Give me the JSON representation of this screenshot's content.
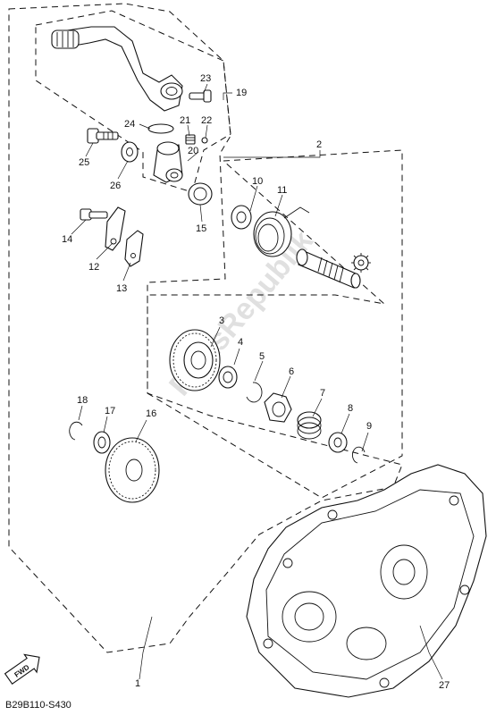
{
  "diagram": {
    "code": "B29B110-S430",
    "fwd_label": "FWD",
    "watermark": "PartsRepublik",
    "parts": [
      {
        "key": "p1",
        "label": "1"
      },
      {
        "key": "p2",
        "label": "2"
      },
      {
        "key": "p3",
        "label": "3"
      },
      {
        "key": "p4",
        "label": "4"
      },
      {
        "key": "p5",
        "label": "5"
      },
      {
        "key": "p6",
        "label": "6"
      },
      {
        "key": "p7",
        "label": "7"
      },
      {
        "key": "p8",
        "label": "8"
      },
      {
        "key": "p9",
        "label": "9"
      },
      {
        "key": "p10",
        "label": "10"
      },
      {
        "key": "p11",
        "label": "11"
      },
      {
        "key": "p12",
        "label": "12"
      },
      {
        "key": "p13",
        "label": "13"
      },
      {
        "key": "p14",
        "label": "14"
      },
      {
        "key": "p15",
        "label": "15"
      },
      {
        "key": "p16",
        "label": "16"
      },
      {
        "key": "p17",
        "label": "17"
      },
      {
        "key": "p18",
        "label": "18"
      },
      {
        "key": "p19",
        "label": "19"
      },
      {
        "key": "p20",
        "label": "20"
      },
      {
        "key": "p21",
        "label": "21"
      },
      {
        "key": "p22",
        "label": "22"
      },
      {
        "key": "p23",
        "label": "23"
      },
      {
        "key": "p24",
        "label": "24"
      },
      {
        "key": "p25",
        "label": "25"
      },
      {
        "key": "p26",
        "label": "26"
      },
      {
        "key": "p27",
        "label": "27"
      }
    ]
  }
}
